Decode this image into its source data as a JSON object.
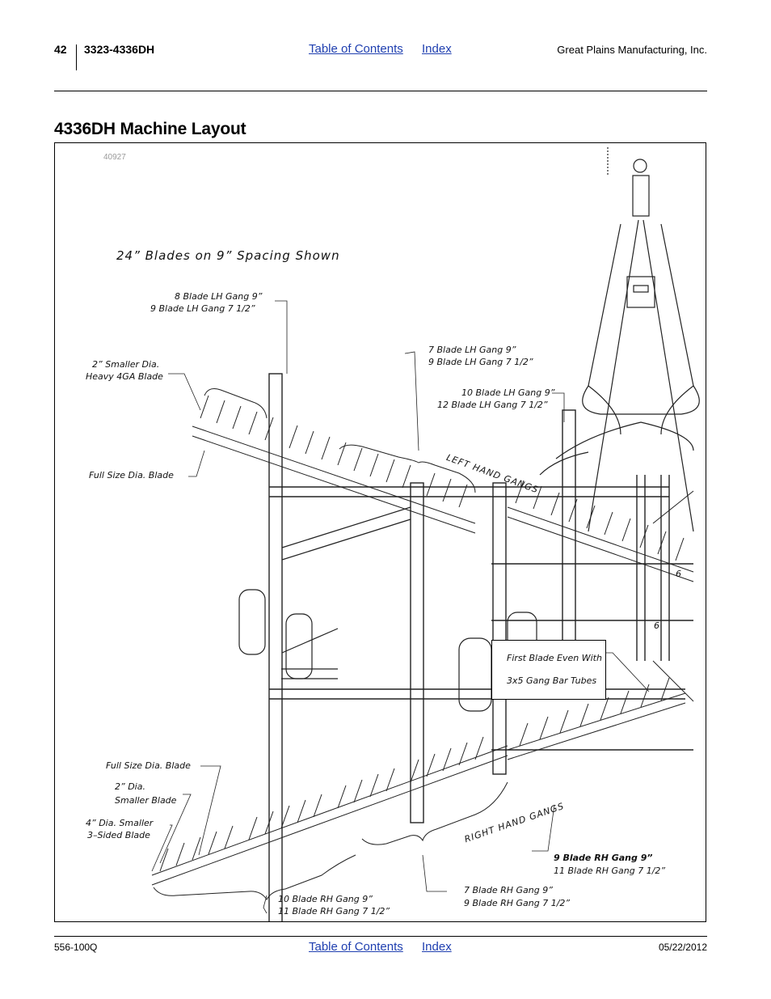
{
  "header": {
    "page_number": "42",
    "model": "3323-4336DH",
    "toc_link": "Table of Contents",
    "index_link": "Index",
    "company": "Great Plains Manufacturing, Inc."
  },
  "page_title": "4336DH Machine Layout",
  "figure": {
    "figure_id": "40927",
    "heading": "24” Blades on 9” Spacing Shown",
    "callouts": {
      "lh_gang_top_1": "8 Blade LH Gang 9”",
      "lh_gang_top_2": "9 Blade LH Gang 7 1/2”",
      "smaller_dia_1": "2” Smaller Dia.",
      "smaller_dia_2": "Heavy 4GA Blade",
      "full_size_top": "Full Size Dia. Blade",
      "lh_gang_mid_1": "7 Blade LH Gang 9”",
      "lh_gang_mid_2": "9 Blade LH Gang 7 1/2”",
      "lh_gang_right_1": "10 Blade LH Gang 9”",
      "lh_gang_right_2": "12 Blade LH Gang 7 1/2”",
      "left_hand_gangs": "LEFT HAND GANGS",
      "first_blade_1": "First Blade Even With",
      "first_blade_2": "3x5 Gang Bar Tubes",
      "num_6a": "6",
      "num_6b": "6",
      "full_size_bottom": "Full Size Dia. Blade",
      "dia2_1": "2” Dia.",
      "dia2_2": "Smaller Blade",
      "dia4_1": "4” Dia. Smaller",
      "dia4_2": "3–Sided Blade",
      "right_hand_gangs": "RIGHT HAND GANGS",
      "rh_right_1": "9 Blade RH Gang 9”",
      "rh_right_2": "11 Blade RH Gang 7 1/2”",
      "rh_mid_1": "7 Blade RH Gang 9”",
      "rh_mid_2": "9 Blade RH Gang 7 1/2”",
      "rh_left_1": "10 Blade RH Gang 9”",
      "rh_left_2": "11 Blade RH Gang 7 1/2”"
    }
  },
  "footer": {
    "doc_number": "556-100Q",
    "toc_link": "Table of Contents",
    "index_link": "Index",
    "date": "05/22/2012"
  }
}
